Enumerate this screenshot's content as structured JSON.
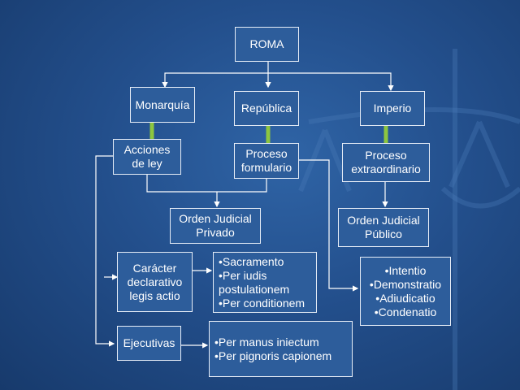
{
  "nodes": {
    "roma": "ROMA",
    "monarquia": "Monarquía",
    "republica": "República",
    "imperio": "Imperio",
    "acciones_de_ley": "Acciones de ley",
    "proceso_formulario": "Proceso formulario",
    "proceso_extraordinario": "Proceso extraordinario",
    "orden_privado": "Orden Judicial Privado",
    "orden_publico": "Orden Judicial Público",
    "declarativo": "Carácter declarativo legis actio",
    "ejecutivas": "Ejecutivas"
  },
  "lists": {
    "declarativas": [
      "•Sacramento",
      "•Per iudis postulationem",
      "•Per conditionem"
    ],
    "formula_partes": [
      "•Intentio",
      "•Demonstratio",
      "•Adiudicatio",
      "•Condenatio"
    ],
    "ejecutivas_items": [
      "•Per manus iniectum",
      "•Per pignoris capionem"
    ]
  },
  "colors": {
    "background": "#234f8c",
    "box_fill": "#2d5d9b",
    "box_border": "#e6edf7",
    "connector": "#ffffff",
    "link_bar": "#8dc63f"
  }
}
